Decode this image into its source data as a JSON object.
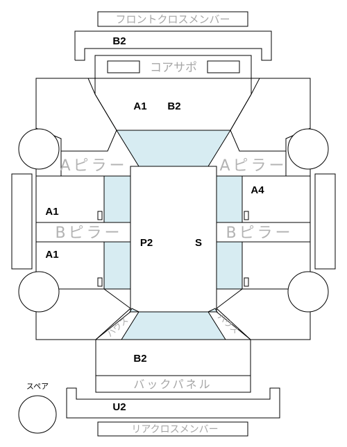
{
  "labels": {
    "front_cross_member": "フロントクロスメンバー",
    "core_support": "コアサポ",
    "a_pillar": "Aピラー",
    "b_pillar": "Bピラー",
    "back_panel": "バックパネル",
    "rear_cross_member": "リアクロスメンバー",
    "spare": "スペア",
    "rear_left_corner": "ハウス",
    "rear_right_corner": "ハウス"
  },
  "codes": {
    "front_member": "B2",
    "hood_a": "A1",
    "hood_b": "B2",
    "front_door_right": "A4",
    "front_door_left": "A1",
    "rear_door_left": "A1",
    "roof_left": "P2",
    "roof_right": "S",
    "trunk": "B2",
    "rear_member": "U2"
  }
}
